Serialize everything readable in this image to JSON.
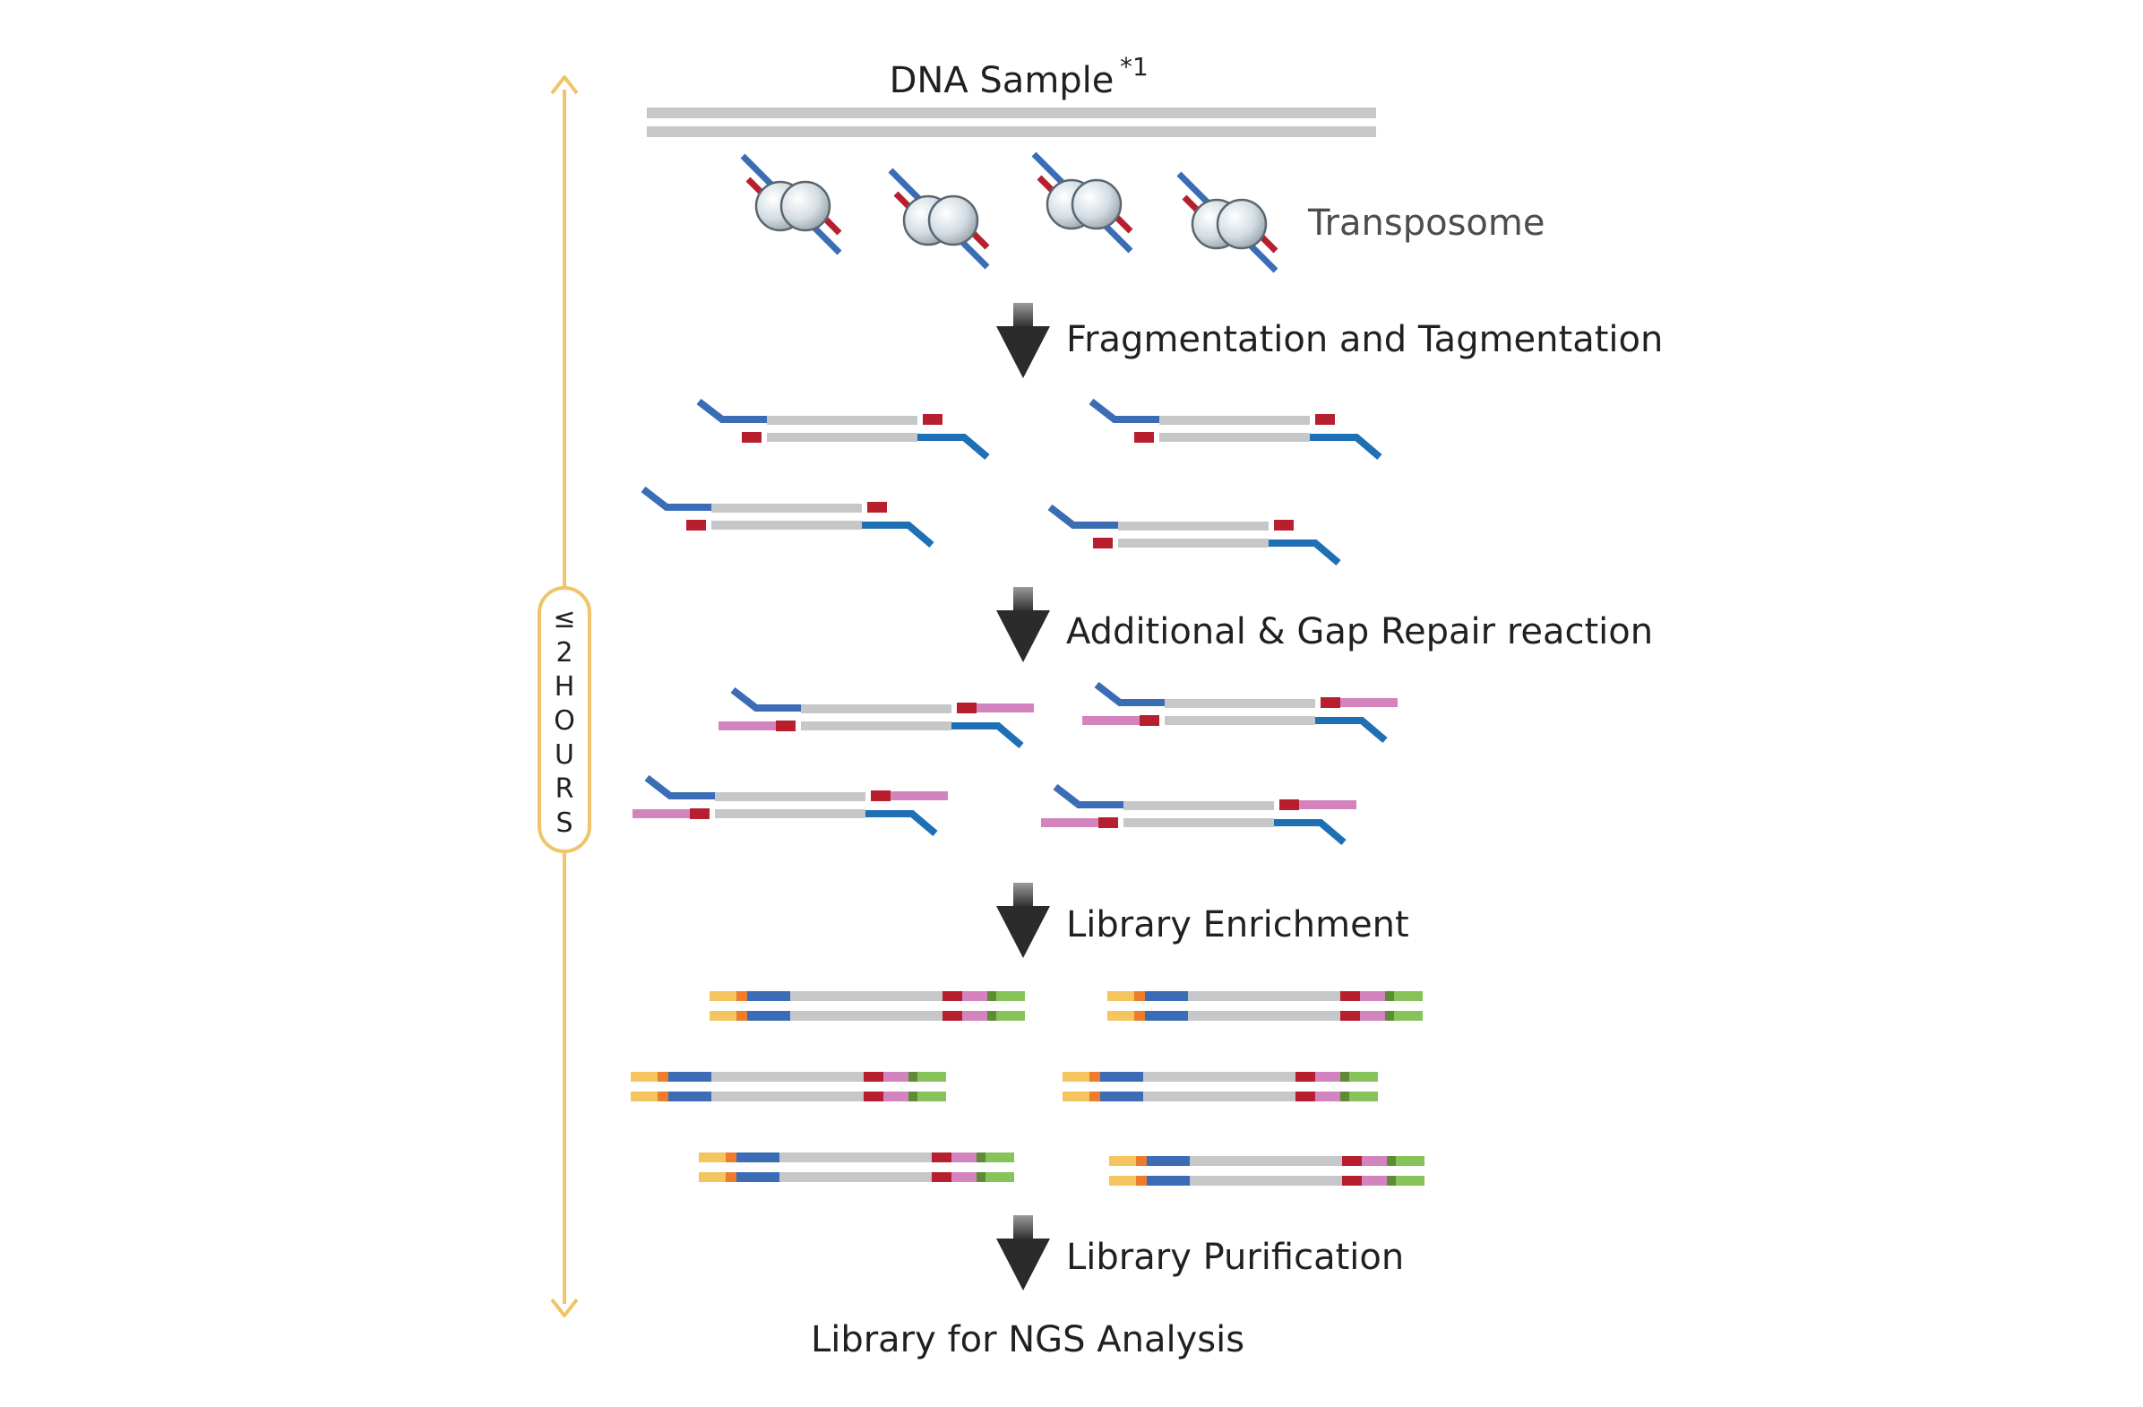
{
  "labels": {
    "dna_sample": "DNA Sample",
    "dna_sample_footnote": "*1",
    "transposome": "Transposome",
    "step_fragmentation": "Fragmentation and Tagmentation",
    "step_gap_repair": "Additional & Gap Repair reaction",
    "step_enrichment": "Library Enrichment",
    "step_purification": "Library Purification",
    "final_output": "Library for NGS Analysis"
  },
  "time_axis": {
    "symbol": "≤",
    "chars": [
      "2",
      "H",
      "O",
      "U",
      "R",
      "S"
    ]
  },
  "colors": {
    "dna_grey": "#c6c7c9",
    "adapter_blue": "#3a6db5",
    "adapter_dark_blue": "#1f6fb5",
    "tag_red": "#b81f2e",
    "pink": "#d383bd",
    "yellow": "#f4c55f",
    "orange": "#ef7c2a",
    "dark_green": "#5f8a36",
    "green": "#86c45a",
    "timeline": "#f0c46a",
    "arrow_dark": "#2b2b2b",
    "arrow_light": "#9b9b9b"
  }
}
